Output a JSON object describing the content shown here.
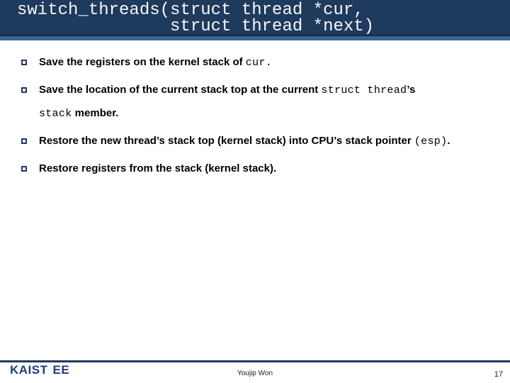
{
  "colors": {
    "header-bg": "#1E3A5C",
    "header-shadow": "#16293F",
    "header-strip": "#3C6591",
    "title-text": "#F4F7FA",
    "bullet-marker": "#1F3864",
    "body-text": "#000000",
    "footer-rule": "#1F3864",
    "logo-blue": "#1E3C78",
    "footer-text": "#1A1A1A"
  },
  "title": {
    "line1": "switch_threads(struct thread *cur,",
    "line2": "struct thread *next)"
  },
  "bullets": [
    {
      "segments": [
        {
          "text": "Save the registers on the kernel stack of "
        },
        {
          "text": "cur.",
          "code": true
        }
      ]
    },
    {
      "segments": [
        {
          "text": "Save the location of the current stack top at the current "
        },
        {
          "text": "struct thread",
          "code": true
        },
        {
          "text": "’s"
        },
        {
          "br": true
        },
        {
          "text": "stack",
          "code": true
        },
        {
          "text": " member."
        }
      ]
    },
    {
      "segments": [
        {
          "text": "Restore the new thread’s stack top (kernel stack) into CPU’s stack pointer "
        },
        {
          "text": "(esp)",
          "code": true
        },
        {
          "text": "."
        }
      ]
    },
    {
      "segments": [
        {
          "text": "Restore registers from the stack (kernel stack)."
        }
      ]
    }
  ],
  "footer": {
    "logo_primary": "KAIST",
    "logo_secondary": "EE",
    "author": "Youjip Won",
    "page": "17"
  }
}
